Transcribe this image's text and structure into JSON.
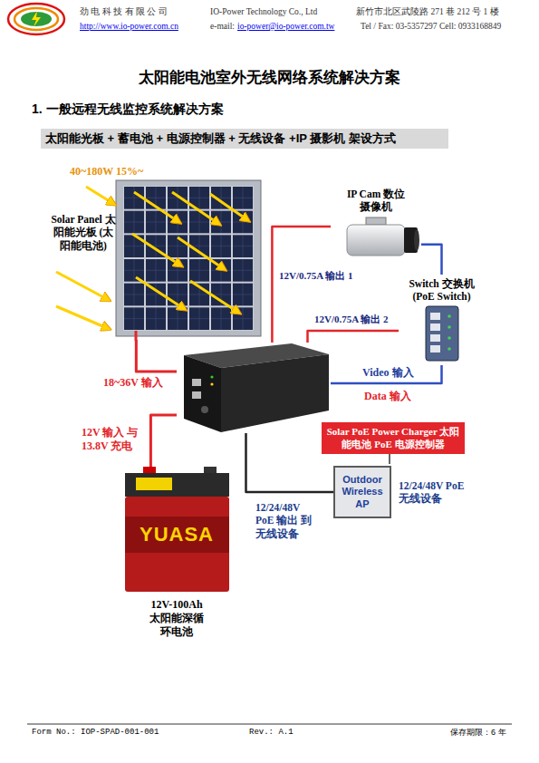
{
  "diagram": {
    "title": "太阳能电池室外无线网络系统解决方案",
    "nodes": [
      {
        "text": [
          "40~180W 15%~",
          "Solar Panel 太阳能光板 (太阳能电池)"
        ]
      },
      {
        "text": [
          "IP Cam 数位摄像机"
        ]
      },
      {
        "text": [
          "Switch 交换机 (PoE Switch)"
        ]
      },
      {
        "text": [
          "Solar PoE Power Charger 太阳能电池 PoE 电源控制器"
        ]
      },
      {
        "text": [
          "Outdoor Wireless AP",
          "12/24/48V PoE无线设备"
        ]
      },
      {
        "text": [
          "YUASA",
          "12V-100Ah 太阳能深循 环电池"
        ]
      }
    ],
    "edges": [
      {
        "from": 0,
        "to": 3,
        "arrow": "none",
        "label": "18~36V 输入"
      },
      {
        "from": 3,
        "to": 1,
        "arrow": "none",
        "label": "12V/0.75A 输出 1"
      },
      {
        "from": 3,
        "to": 2,
        "arrow": "none",
        "label": "12V/0.75A 输出 2"
      },
      {
        "from": 1,
        "to": 2,
        "arrow": "none"
      },
      {
        "from": 2,
        "to": 3,
        "arrow": "none",
        "label": "Video 输入"
      },
      {
        "from": 5,
        "to": 3,
        "arrow": "none",
        "label": "12V 输入 与 13.8V 充电"
      },
      {
        "from": 3,
        "to": 4,
        "arrow": "none",
        "label": "12/24/48V PoE 输出 到无线设备"
      }
    ],
    "labels": [
      "劲 电 科 技 有 限 公 司",
      "IO-Power Technology Co., Ltd",
      "新竹市北区武陵路 271 巷 212 号 1 楼",
      "http://www.io-power.com.cn",
      "e-mail:",
      "io-power@io-power.com.tw",
      "Tel / Fax: 03-5357297 Cell: 0933168849",
      "1. 一般远程无线监控系统解决方案",
      "太阳能光板 + 蓄电池 + 电源控制器 + 无线设备 +IP 摄影机 架设方式",
      "Data 输入",
      "Form No.: IOP-SPAD-001-001",
      "Rev.: A.1",
      "保存期限：6 年"
    ]
  }
}
